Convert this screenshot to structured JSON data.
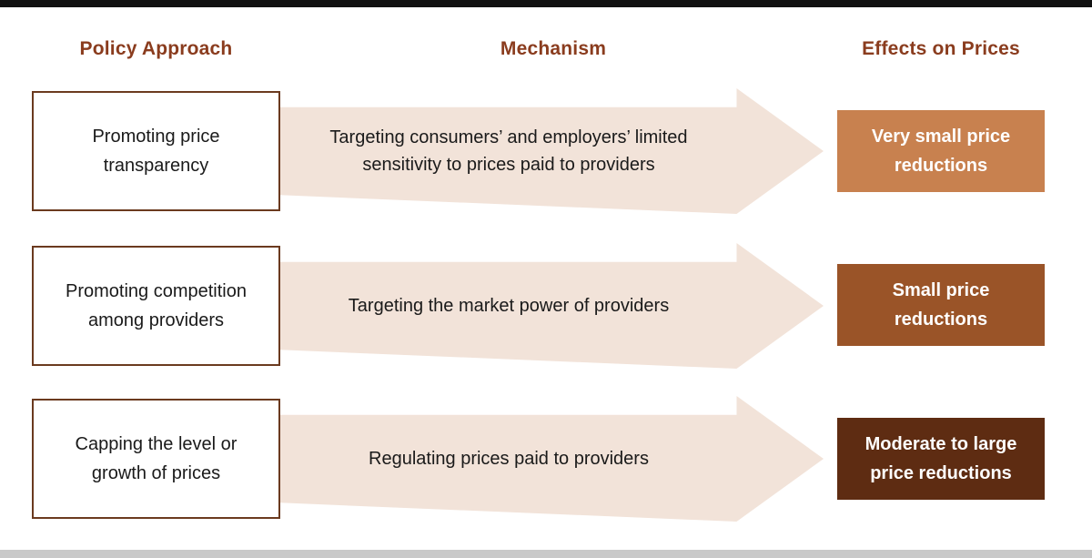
{
  "page": {
    "background": "#ffffff",
    "top_strip_color": "#111111",
    "bottom_strip_color": "#c9c9c9"
  },
  "headers": {
    "policy": "Policy Approach",
    "mechanism": "Mechanism",
    "effects": "Effects on Prices",
    "color": "#8a3c1e"
  },
  "arrow_color": "#f2e3d9",
  "box_border_color": "#6b3a1f",
  "rows": [
    {
      "policy": "Promoting price transparency",
      "mechanism": "Targeting consumers’ and employers’ limited sensitivity to prices paid to providers",
      "effect": "Very small price reductions",
      "effect_color": "#c8814f"
    },
    {
      "policy": "Promoting competition among providers",
      "mechanism": "Targeting the market power of providers",
      "effect": "Small price reductions",
      "effect_color": "#9a5428"
    },
    {
      "policy": "Capping the level or growth of prices",
      "mechanism": "Regulating prices paid to providers",
      "effect": "Moderate to large price reductions",
      "effect_color": "#5e2c12"
    }
  ]
}
